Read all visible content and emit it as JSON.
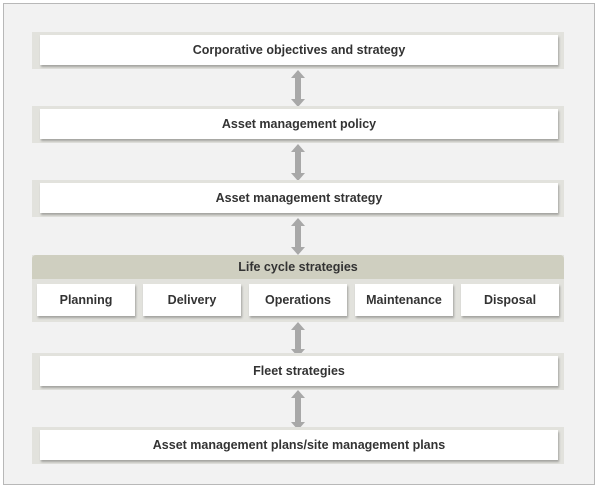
{
  "diagram": {
    "boxes": {
      "corporative": "Corporative objectives and strategy",
      "policy": "Asset management policy",
      "strategy": "Asset management strategy",
      "fleet": "Fleet strategies",
      "plans": "Asset management plans/site management plans"
    },
    "lifecycle": {
      "title": "Life cycle strategies",
      "items": [
        "Planning",
        "Delivery",
        "Operations",
        "Maintenance",
        "Disposal"
      ]
    },
    "colors": {
      "frame_background": "#f2f2f2",
      "band": "#e2e2dd",
      "lifecycle_header": "#cfcfc0",
      "arrow": "#a8a8a8"
    }
  }
}
